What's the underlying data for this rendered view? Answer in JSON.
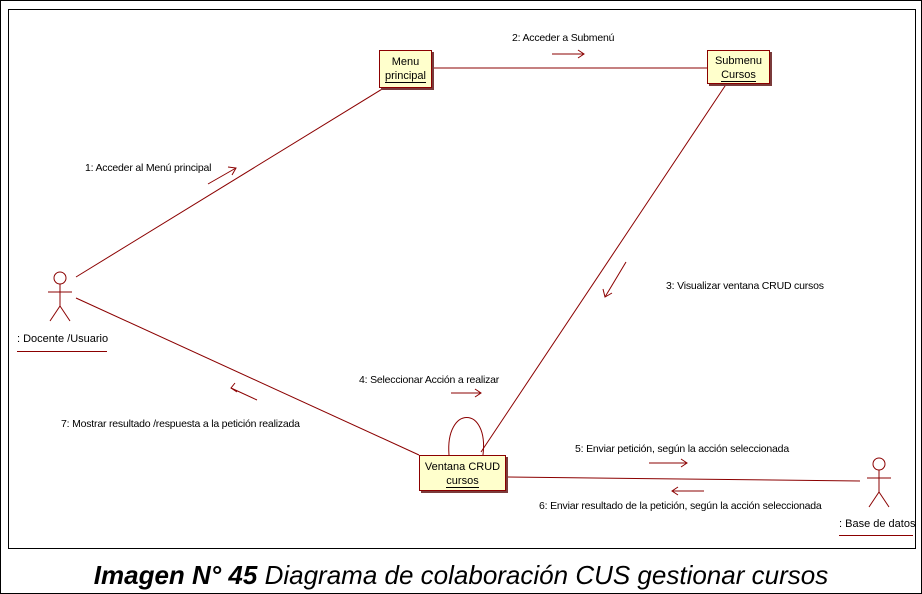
{
  "diagram": {
    "nodes": {
      "menu": {
        "line1": "Menu",
        "line2": "principal"
      },
      "submenu": {
        "line1": "Submenu",
        "line2": "Cursos"
      },
      "ventana": {
        "line1": "Ventana CRUD",
        "line2": "cursos"
      }
    },
    "actors": {
      "docente": ": Docente /Usuario",
      "base": ": Base de datos"
    },
    "messages": {
      "m1": "1: Acceder al Menú principal",
      "m2": "2: Acceder a Submenú",
      "m3": "3: Visualizar ventana CRUD cursos",
      "m4": "4: Seleccionar Acción a realizar",
      "m5": "5: Enviar petición, según la acción seleccionada",
      "m6": "6: Enviar resultado de la petición, según la acción seleccionada",
      "m7": "7: Mostrar resultado /respuesta a la petición realizada"
    },
    "colors": {
      "line": "#8b0000",
      "node_fill": "#ffffcc"
    }
  },
  "caption": {
    "bold": "Imagen N° 45",
    "text": " Diagrama de colaboración CUS gestionar cursos"
  }
}
